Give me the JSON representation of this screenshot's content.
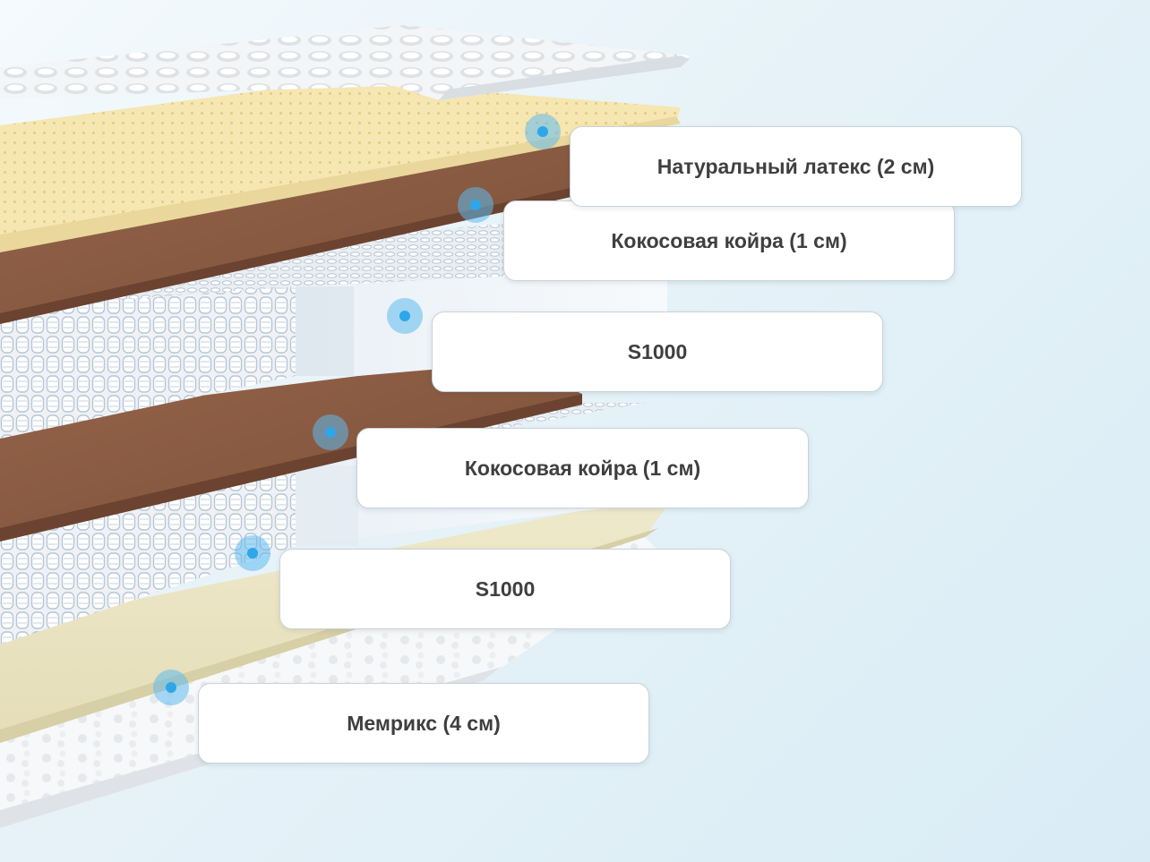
{
  "layers": [
    {
      "label": "Натуральный латекс (2 см)"
    },
    {
      "label": "Кокосовая койра (1 см)"
    },
    {
      "label": "S1000"
    },
    {
      "label": "Кокосовая койра (1 см)"
    },
    {
      "label": "S1000"
    },
    {
      "label": "Мемрикс (4 см)"
    }
  ],
  "colors": {
    "latex": "#f4e5b0",
    "coir": "#8a5a41",
    "springs": "#dfe7ee",
    "memorix": "#ece6c6",
    "cover": "#eef2f5",
    "marker": "#2ea6ea"
  }
}
